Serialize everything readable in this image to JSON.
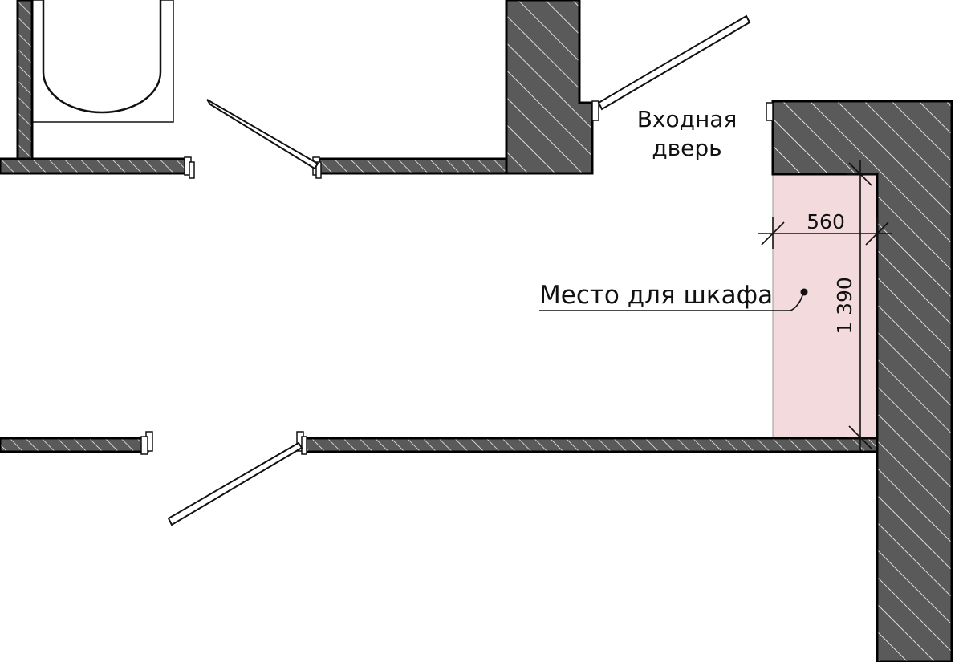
{
  "labels": {
    "entrance_door_line1": "Входная",
    "entrance_door_line2": "дверь",
    "wardrobe_place": "Место для шкафа"
  },
  "dimensions": {
    "width": "560",
    "height": "1 390"
  },
  "colors": {
    "wall_fill": "#5a5a5a",
    "wall_stroke": "#000000",
    "hatch": "#ffffff",
    "wardrobe_zone": "#f3dadd",
    "line": "#111111"
  }
}
